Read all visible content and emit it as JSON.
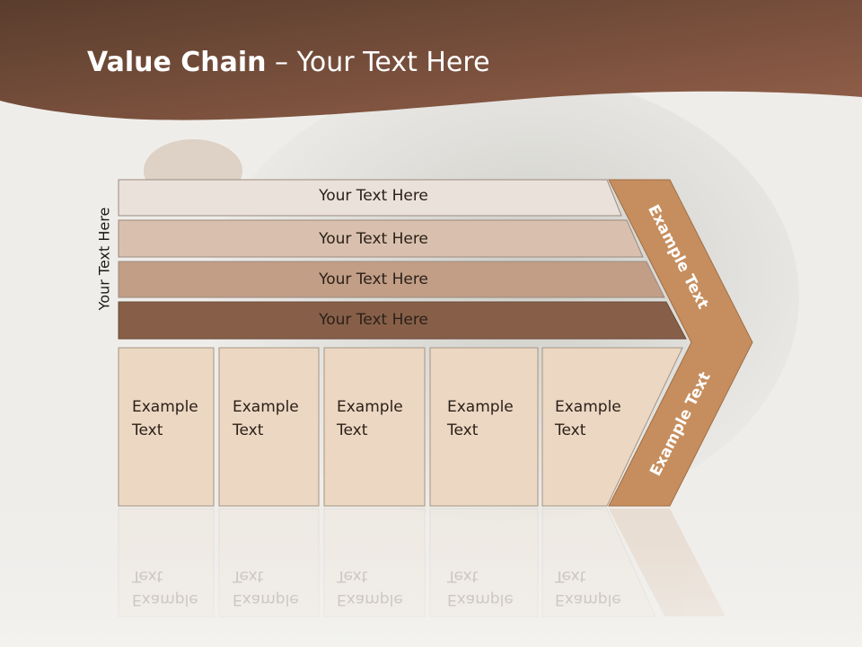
{
  "header": {
    "title_bold": "Value Chain",
    "title_rest": " – Your Text Here"
  },
  "side_label": "Your Text Here",
  "bars": [
    {
      "label": "Your Text Here",
      "color": "#ebe1db"
    },
    {
      "label": "Your Text Here",
      "color": "#d9c0ae"
    },
    {
      "label": "Your Text Here",
      "color": "#c29e86"
    },
    {
      "label": "Your Text Here",
      "color": "#875f48"
    }
  ],
  "cells": [
    {
      "line1": "Example",
      "line2": "Text"
    },
    {
      "line1": "Example",
      "line2": "Text"
    },
    {
      "line1": "Example",
      "line2": "Text"
    },
    {
      "line1": "Example",
      "line2": "Text"
    },
    {
      "line1": "Example",
      "line2": "Text"
    }
  ],
  "chevron": {
    "top_text": "Example Text",
    "bottom_text": "Example Text",
    "color": "#c68e5e"
  },
  "colors": {
    "header": "#6b4a39",
    "cell_fill": "#ecd7c3"
  }
}
